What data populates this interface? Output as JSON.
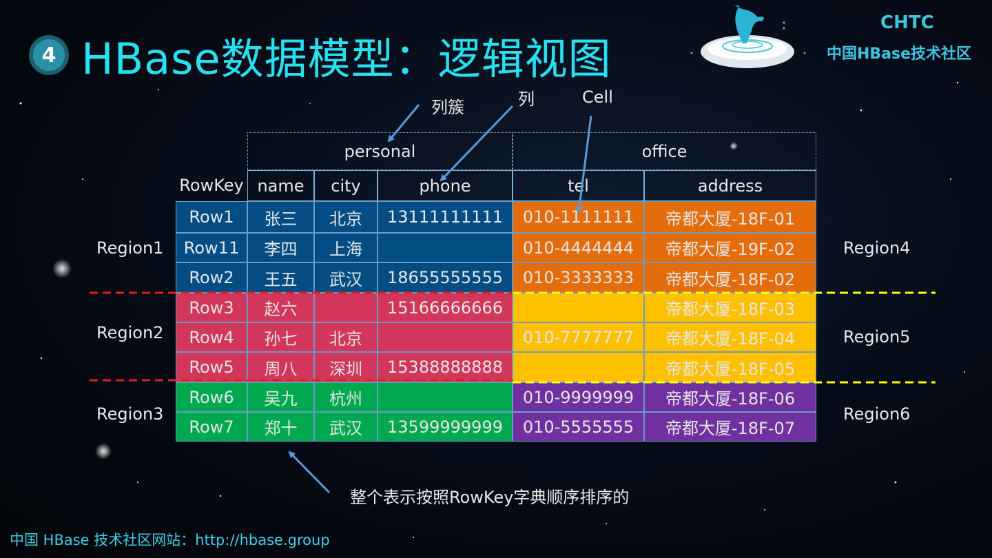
{
  "slide": {
    "number": "4",
    "title": "HBase数据模型：逻辑视图",
    "logo": {
      "line1": "CHTC",
      "line2": "中国HBase技术社区"
    },
    "footer": "中国 HBase 技术社区网站：http://hbase.group"
  },
  "annotations": {
    "family": "列簇",
    "column": "列",
    "cell": "Cell",
    "sort_note": "整个表示按照RowKey字典顺序排序的"
  },
  "table": {
    "rowkey_header": "RowKey",
    "families": [
      "personal",
      "office"
    ],
    "columns": [
      "name",
      "city",
      "phone",
      "tel",
      "address"
    ],
    "rows": [
      {
        "key": "Row1",
        "name": "张三",
        "city": "北京",
        "phone": "13111111111",
        "tel": "010-1111111",
        "address": "帝都大厦-18F-01"
      },
      {
        "key": "Row11",
        "name": "李四",
        "city": "上海",
        "phone": "",
        "tel": "010-4444444",
        "address": "帝都大厦-19F-02"
      },
      {
        "key": "Row2",
        "name": "王五",
        "city": "武汉",
        "phone": "18655555555",
        "tel": "010-3333333",
        "address": "帝都大厦-18F-02"
      },
      {
        "key": "Row3",
        "name": "赵六",
        "city": "",
        "phone": "15166666666",
        "tel": "",
        "address": "帝都大厦-18F-03"
      },
      {
        "key": "Row4",
        "name": "孙七",
        "city": "北京",
        "phone": "",
        "tel": "010-7777777",
        "address": "帝都大厦-18F-04"
      },
      {
        "key": "Row5",
        "name": "周八",
        "city": "深圳",
        "phone": "15388888888",
        "tel": "",
        "address": "帝都大厦-18F-05"
      },
      {
        "key": "Row6",
        "name": "吴九",
        "city": "杭州",
        "phone": "",
        "tel": "010-9999999",
        "address": "帝都大厦-18F-06"
      },
      {
        "key": "Row7",
        "name": "郑十",
        "city": "武汉",
        "phone": "13599999999",
        "tel": "010-5555555",
        "address": "帝都大厦-18F-07"
      }
    ]
  },
  "regions_left": [
    "Region1",
    "Region2",
    "Region3"
  ],
  "regions_right": [
    "Region4",
    "Region5",
    "Region6"
  ],
  "colors": {
    "title": "#27e0f0",
    "blue_block": "#044d84",
    "red_block": "#d2365a",
    "green_block": "#00a84f",
    "orange_block": "#e46c0a",
    "yellow_block": "#ffc000",
    "purple_block": "#7030a0",
    "split_red": "#e0201c",
    "split_yellow": "#ffff00",
    "arrow": "#5b9bd5"
  }
}
